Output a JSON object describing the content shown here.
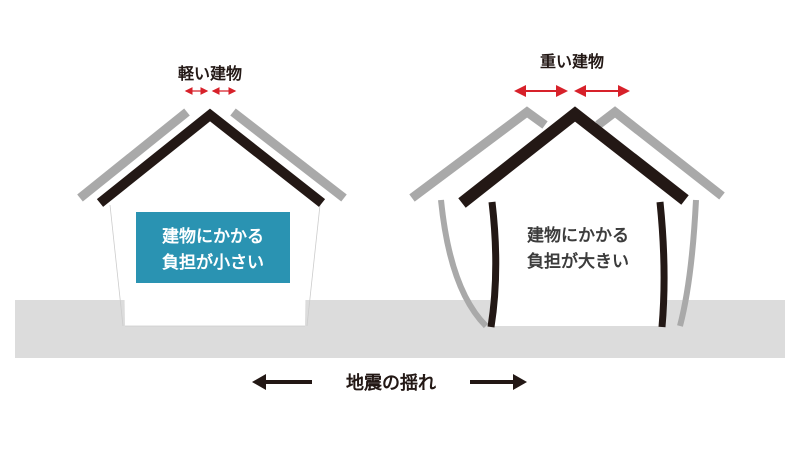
{
  "light_building": {
    "title": "軽い建物",
    "label_line1": "建物にかかる",
    "label_line2": "負担が小さい"
  },
  "heavy_building": {
    "title": "重い建物",
    "label_line1": "建物にかかる",
    "label_line2": "負担が大きい"
  },
  "shaking_label": "地震の揺れ",
  "colors": {
    "ground": "#dcdcdc",
    "roof": "#231815",
    "ghost": "#a9a9a9",
    "arrow_red": "#d7212a",
    "label_box": "#2a93b2",
    "dark_text": "#3c3c3c"
  }
}
